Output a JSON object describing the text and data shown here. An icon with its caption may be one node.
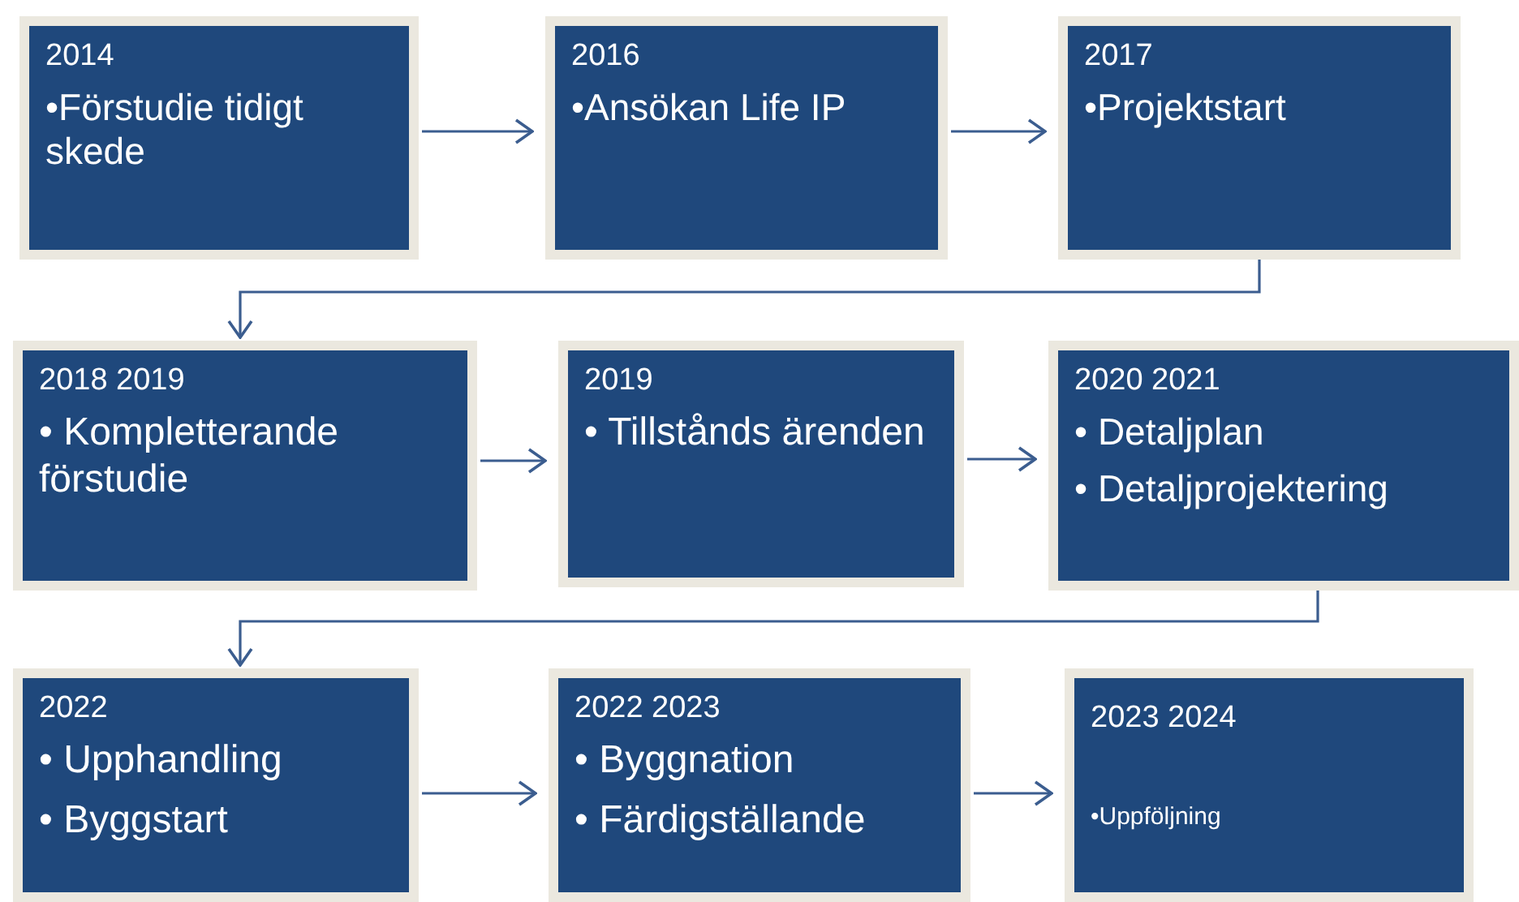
{
  "diagram": {
    "nodes": [
      {
        "text": [
          "2014",
          "•Förstudie tidigt skede"
        ]
      },
      {
        "text": [
          "2016",
          "•Ansökan Life IP"
        ]
      },
      {
        "text": [
          "2017",
          "•Projektstart"
        ]
      },
      {
        "text": [
          "2018 2019",
          "• Kompletterande förstudie"
        ]
      },
      {
        "text": [
          "2019",
          "• Tillstånds ärenden"
        ]
      },
      {
        "text": [
          "2020 2021",
          "• Detaljplan",
          "• Detaljprojektering"
        ]
      },
      {
        "text": [
          "2022",
          "• Upphandling",
          "• Byggstart"
        ]
      },
      {
        "text": [
          "2022 2023",
          "• Byggnation",
          "• Färdigställande"
        ]
      },
      {
        "text": [
          "2023 2024",
          "•Uppföljning"
        ]
      }
    ],
    "edges": [
      {
        "from": 0,
        "to": 1,
        "arrow": "to"
      },
      {
        "from": 1,
        "to": 2,
        "arrow": "to"
      },
      {
        "from": 2,
        "to": 3,
        "arrow": "to"
      },
      {
        "from": 3,
        "to": 4,
        "arrow": "to"
      },
      {
        "from": 4,
        "to": 5,
        "arrow": "to"
      },
      {
        "from": 5,
        "to": 6,
        "arrow": "to"
      },
      {
        "from": 6,
        "to": 7,
        "arrow": "to"
      },
      {
        "from": 7,
        "to": 8,
        "arrow": "to"
      }
    ]
  }
}
